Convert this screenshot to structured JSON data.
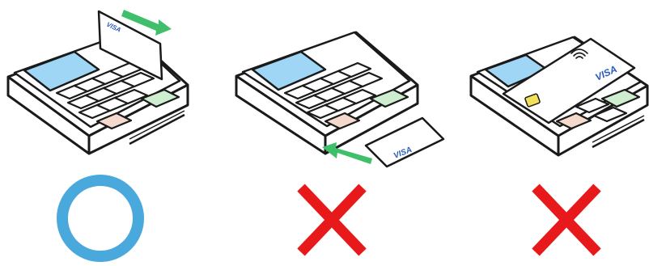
{
  "panels": [
    {
      "method": "swipe",
      "card_brand": "VISA",
      "verdict": "ok",
      "verdict_icon": "circle-icon",
      "verdict_color": "#4aa9dc"
    },
    {
      "method": "insert",
      "card_brand": "VISA",
      "verdict": "ng",
      "verdict_icon": "cross-icon",
      "verdict_color": "#e8191b"
    },
    {
      "method": "contactless",
      "card_brand": "VISA",
      "verdict": "ng",
      "verdict_icon": "cross-icon",
      "verdict_color": "#e8191b"
    }
  ],
  "colors": {
    "screen": "#9fd6f5",
    "green_key": "#cfeed0",
    "orange_key": "#f5d9cc",
    "arrow": "#3fbf6a",
    "outline": "#1a1a1a",
    "chip": "#f2e05a"
  }
}
